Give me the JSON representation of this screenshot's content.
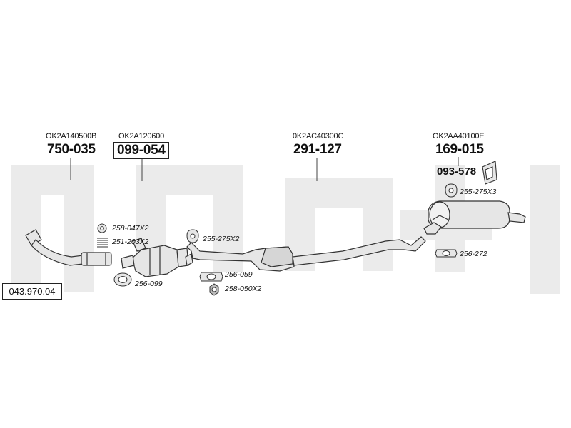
{
  "reference": "043.970.04",
  "brand_watermark": "bosal",
  "main_parts": [
    {
      "oe": "OK2A140500B",
      "number": "750-035"
    },
    {
      "oe": "OK2A120600",
      "number": "099-054"
    },
    {
      "oe": "0K2AC40300C",
      "number": "291-127"
    },
    {
      "oe": "OK2AA40100E",
      "number": "169-015"
    }
  ],
  "bracket_number": "093-578",
  "small_parts": [
    {
      "label": "258-047X2"
    },
    {
      "label": "251-203X2"
    },
    {
      "label": "256-099"
    },
    {
      "label": "255-275X2"
    },
    {
      "label": "256-059"
    },
    {
      "label": "258-050X2"
    },
    {
      "label": "255-275X3"
    },
    {
      "label": "256-272"
    }
  ],
  "colors": {
    "line": "#333333",
    "part_fill": "#e6e6e6",
    "watermark": "#ebebeb"
  }
}
